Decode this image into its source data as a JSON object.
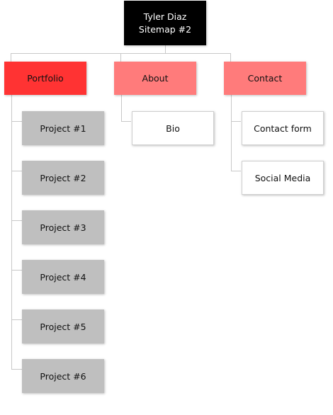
{
  "root": {
    "line1": "Tyler Diaz",
    "line2": "Sitemap #2"
  },
  "sections": [
    {
      "label": "Portfolio",
      "color": "#ff3333"
    },
    {
      "label": "About",
      "color": "#ff7b7b"
    },
    {
      "label": "Contact",
      "color": "#ff7b7b"
    }
  ],
  "portfolio_items": [
    "Project #1",
    "Project #2",
    "Project #3",
    "Project #4",
    "Project #5",
    "Project #6"
  ],
  "about_items": [
    "Bio"
  ],
  "contact_items": [
    "Contact form",
    "Social Media"
  ]
}
